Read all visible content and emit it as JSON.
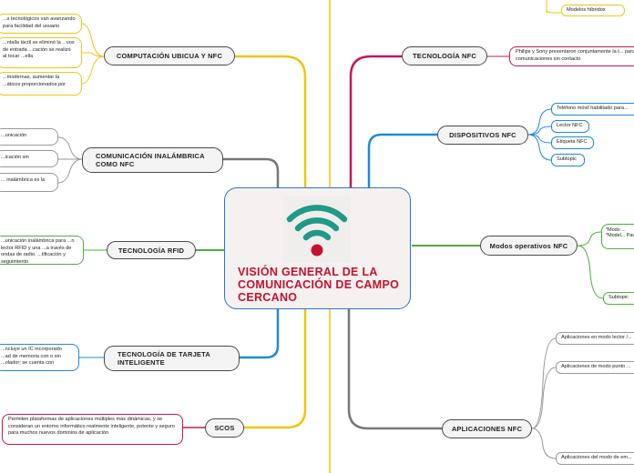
{
  "central": {
    "title": "VISIÓN GENERAL DE LA COMUNICACIÓN DE CAMPO CERCANO",
    "icon": "wifi-icon",
    "icon_colors": {
      "arcs": "#1e9a86",
      "dot": "#c3122f"
    }
  },
  "left_topics": [
    {
      "label": "COMPUTACIÓN UBICUA Y NFC",
      "color": "#f2c40f",
      "notes": [
        "...s tecnológicos van avanzando para facilidad del usuario",
        "...ntalla táctil se eliminó la ...vos de entrada ...cación se realizó al tocar ...ella",
        "...modernas, aumentar la ...áticos proporcionados por"
      ]
    },
    {
      "label": "COMUNICACIÓN INALÁMBRICA COMO NFC",
      "color": "#777777",
      "notes": [
        "...unicación",
        "...icación sin",
        "... inalámbrica es la"
      ]
    },
    {
      "label": "TECNOLOGÍA RFID",
      "color": "#4caf3a",
      "notes": [
        "...unicación inalámbrica para ...n lector RFID y una ...a través de ondas de radio. ...tificación y seguimiento"
      ]
    },
    {
      "label": "TECNOLOGÍA DE TARJETA INTELIGENTE",
      "color": "#1f8ad8",
      "notes": [
        "...ncluye un IC incorporado ...ad de memoria con o sin ...olador; se cuenta con"
      ]
    },
    {
      "label": "SCOS",
      "color": "#c2185b",
      "notes": [
        "Permiten plataformas de aplicaciones múltiples más dinámicas, y se consideran un entorno informático realmente inteligente, potente y seguro para muchos nuevos dominios de aplicación"
      ]
    }
  ],
  "right_topics": [
    {
      "label": "TECNOLOGÍA NFC",
      "color": "#c2185b",
      "items": [
        "Philips y Sony presentaron conjuntamente la t... para comunicaciones sin contacto"
      ]
    },
    {
      "label": "DISPOSITIVOS NFC",
      "color": "#1f8ad8",
      "items": [
        "Teléfono móvil habilitado para...",
        "Lector NFC",
        "Etiqueta NFC",
        "Subtopic"
      ]
    },
    {
      "label": "Modos operativos NFC",
      "color": "#4caf3a",
      "items": [
        "*Modo ... *Model... Pasos:",
        "Subtopic"
      ]
    },
    {
      "label": "APLICACIONES NFC",
      "color": "#777777",
      "items": [
        "Aplicaciones en modo lector /...",
        "Aplicaciones de modo punto ...",
        "Aplicaciones del modo de em..."
      ]
    }
  ],
  "top_right_item": "Modelos híbridos"
}
